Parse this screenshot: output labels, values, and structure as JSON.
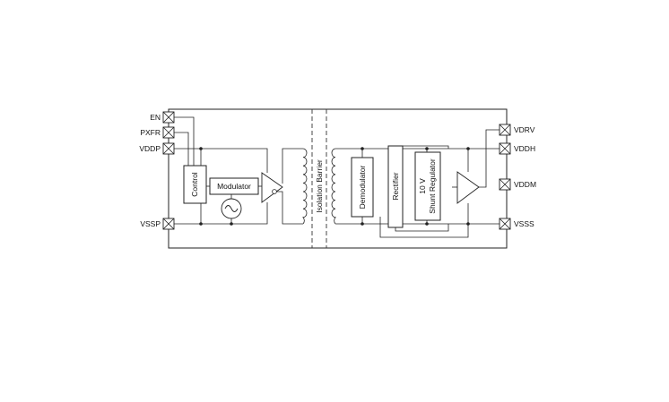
{
  "pins_left": {
    "en": "EN",
    "pxfr": "PXFR",
    "vddp": "VDDP",
    "vssp": "VSSP"
  },
  "pins_right": {
    "vdrv": "VDRV",
    "vddh": "VDDH",
    "vddm": "VDDM",
    "vsss": "VSSS"
  },
  "blocks": {
    "control": "Control",
    "modulator": "Modulator",
    "isolation_barrier": "Isolation Barrier",
    "demodulator": "Demodulator",
    "rectifier": "Rectifier",
    "shunt_regulator_line1": "10 V",
    "shunt_regulator_line2": "Shunt Regulator"
  },
  "icons": {
    "oscillator": "ac-source-icon",
    "driver": "buffer-amplifier-icon",
    "output_amp": "amplifier-icon",
    "transformer": "transformer-coil-icon",
    "pin": "pad-cross-icon"
  }
}
